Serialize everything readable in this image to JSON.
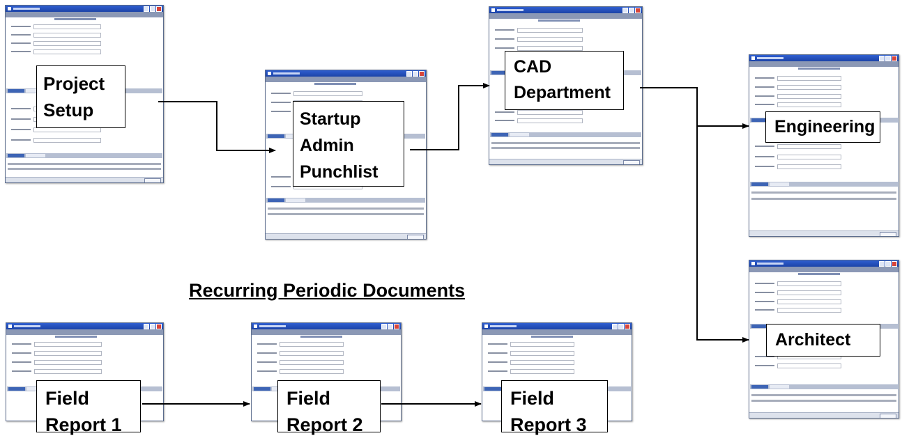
{
  "heading": "Recurring Periodic Documents",
  "nodes": {
    "project_setup": "Project\nSetup",
    "startup_admin_punchlist": "Startup\nAdmin\nPunchlist",
    "cad_department": "CAD\nDepartment",
    "engineering": "Engineering",
    "architect": "Architect",
    "field_report_1": "Field\nReport 1",
    "field_report_2": "Field\nReport 2",
    "field_report_3": "Field\nReport 3"
  },
  "colors": {
    "window_titlebar": "#1c43a8",
    "window_header": "#8b98b5",
    "tab_active": "#3d64b5",
    "connector": "#000000"
  }
}
